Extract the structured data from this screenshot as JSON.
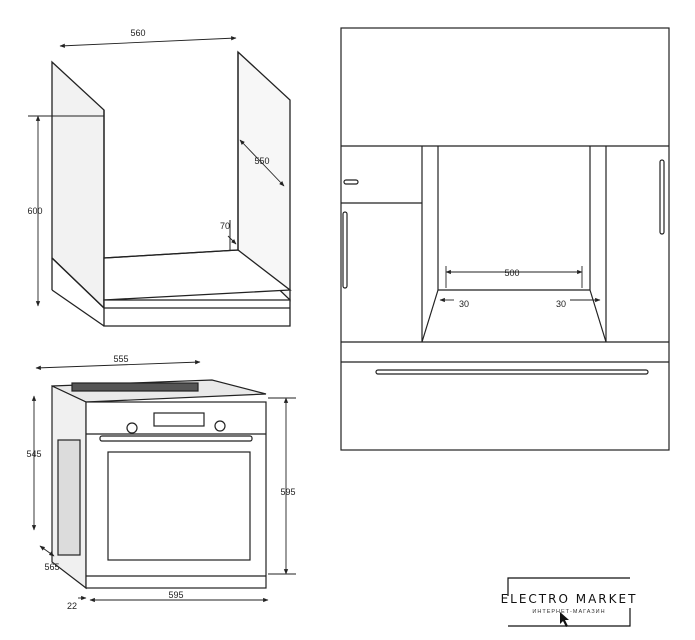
{
  "cabinet": {
    "width": "560",
    "depth": "550",
    "height": "600",
    "vent_depth": "70"
  },
  "niche": {
    "width": "500",
    "gap_left": "30",
    "gap_right": "30"
  },
  "oven": {
    "depth": "555",
    "height_body": "545",
    "front_height": "595",
    "front_width": "595",
    "side_depth": "565",
    "front_offset": "22"
  },
  "logo": {
    "brand": "ELECTRO MARKET",
    "tagline": "ИНТЕРНЕТ-МАГАЗИН",
    "color": "#111111"
  }
}
